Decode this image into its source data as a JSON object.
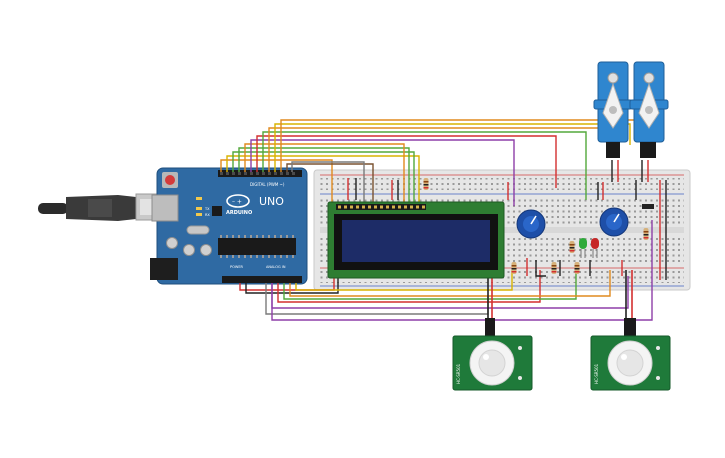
{
  "arduino": {
    "brand": "ARDUINO",
    "model": "UNO",
    "digital_label": "DIGITAL (PWM ~)",
    "power_label": "POWER",
    "analog_label": "ANALOG IN",
    "led_tx": "TX",
    "led_rx": "RX"
  },
  "pir": {
    "left_code": "HC-SR501",
    "right_code": "HC-SR501"
  },
  "colors": {
    "arduino": "#2f6aa3",
    "breadboard": "#e6e6e6",
    "lcd_screen": "#1d2c67",
    "lcd_pcb": "#2e7d32",
    "servo": "#2f86cf",
    "pir_pcb": "#1f7a3a",
    "wire_red": "#d32f2f",
    "wire_black": "#222222",
    "wire_orange": "#e08a1e",
    "wire_yellow": "#d9b300",
    "wire_green": "#53a83b",
    "wire_purple": "#8e3fa8",
    "wire_gray": "#7a7a7a",
    "wire_brown": "#7a5230"
  }
}
